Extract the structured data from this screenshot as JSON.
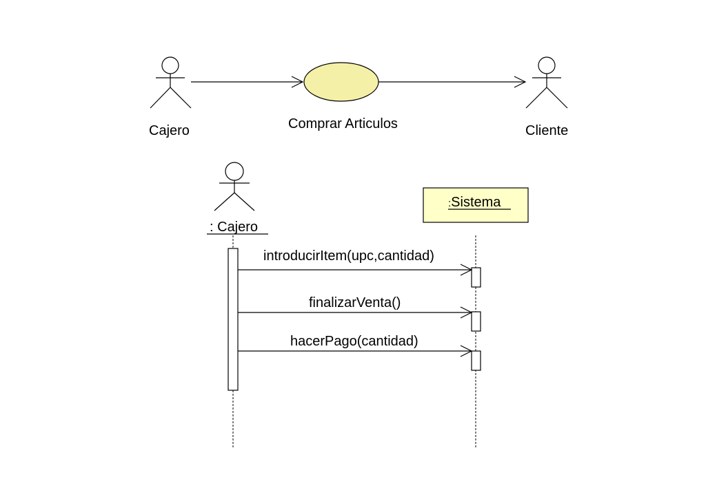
{
  "use_case_diagram": {
    "actor_left": {
      "name": "Cajero"
    },
    "use_case": {
      "name": "Comprar Articulos"
    },
    "actor_right": {
      "name": "Cliente"
    }
  },
  "sequence_diagram": {
    "actor": {
      "prefix": ":",
      "name": " Cajero"
    },
    "object": {
      "prefix": ":",
      "name": "Sistema"
    },
    "messages": [
      {
        "label": "introducirItem(upc,cantidad)"
      },
      {
        "label": "finalizarVenta()"
      },
      {
        "label": "hacerPago(cantidad)"
      }
    ]
  },
  "colors": {
    "use_case_fill": "#F5F0A8",
    "object_box_fill": "#FFFFC8",
    "line": "#000000"
  }
}
